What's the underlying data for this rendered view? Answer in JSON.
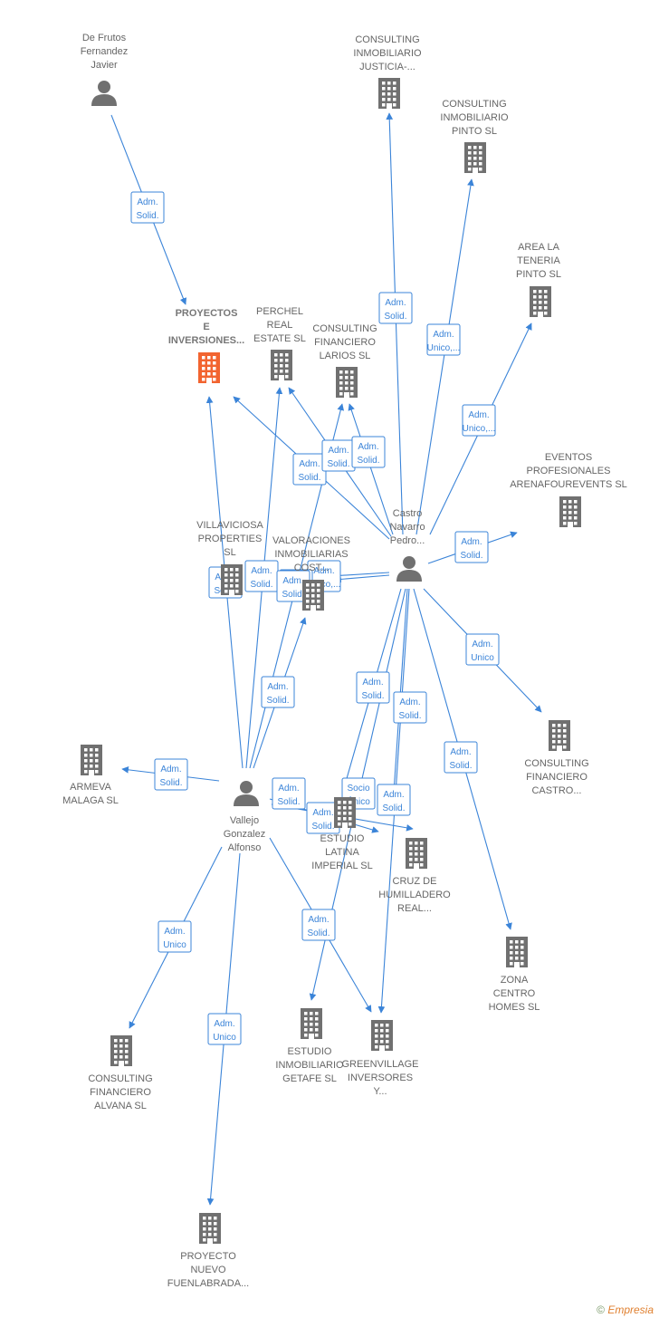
{
  "colors": {
    "edge": "#3b84d8",
    "node": "#707070",
    "focus": "#f26430",
    "text": "#666666"
  },
  "nodes": [
    {
      "id": "defrutos",
      "type": "person",
      "lines": [
        "De Frutos",
        "Fernandez",
        "Javier"
      ]
    },
    {
      "id": "cij",
      "type": "company",
      "lines": [
        "CONSULTING",
        "INMOBILIARIO",
        "JUSTICIA-..."
      ]
    },
    {
      "id": "cip",
      "type": "company",
      "lines": [
        "CONSULTING",
        "INMOBILIARIO",
        "PINTO  SL"
      ]
    },
    {
      "id": "alt",
      "type": "company",
      "lines": [
        "AREA LA",
        "TENERIA",
        "PINTO  SL"
      ]
    },
    {
      "id": "proyectos",
      "type": "company",
      "focus": true,
      "lines": [
        "PROYECTOS",
        "E",
        "INVERSIONES..."
      ]
    },
    {
      "id": "perchel",
      "type": "company",
      "lines": [
        "PERCHEL",
        "REAL",
        "ESTATE  SL"
      ]
    },
    {
      "id": "cfl",
      "type": "company",
      "lines": [
        "CONSULTING",
        "FINANCIERO",
        "LARIOS  SL"
      ]
    },
    {
      "id": "eventos",
      "type": "company",
      "lines": [
        "EVENTOS",
        "PROFESIONALES",
        "ARENAFOUREVENTS SL"
      ]
    },
    {
      "id": "castro",
      "type": "person",
      "lines": [
        "Castro",
        "Navarro",
        "Pedro..."
      ]
    },
    {
      "id": "villaviciosa",
      "type": "company",
      "lines": [
        "VILLAVICIOSA",
        "PROPERTIES",
        "SL"
      ]
    },
    {
      "id": "valoraciones",
      "type": "company",
      "lines": [
        "VALORACIONES",
        "INMOBILIARIAS",
        "COST..."
      ]
    },
    {
      "id": "cfc",
      "type": "company",
      "lines": [
        "CONSULTING",
        "FINANCIERO",
        "CASTRO..."
      ]
    },
    {
      "id": "armeva",
      "type": "company",
      "lines": [
        "ARMEVA",
        "MALAGA  SL"
      ]
    },
    {
      "id": "vallejo",
      "type": "person",
      "lines": [
        "Vallejo",
        "Gonzalez",
        "Alfonso"
      ]
    },
    {
      "id": "latina",
      "type": "company",
      "lines": [
        "ESTUDIO",
        "LATINA",
        "IMPERIAL  SL"
      ]
    },
    {
      "id": "cruz",
      "type": "company",
      "lines": [
        "CRUZ DE",
        "HUMILLADERO",
        "REAL..."
      ]
    },
    {
      "id": "zona",
      "type": "company",
      "lines": [
        "ZONA",
        "CENTRO",
        "HOMES  SL"
      ]
    },
    {
      "id": "cfa",
      "type": "company",
      "lines": [
        "CONSULTING",
        "FINANCIERO",
        "ALVANA SL"
      ]
    },
    {
      "id": "eig",
      "type": "company",
      "lines": [
        "ESTUDIO",
        "INMOBILIARIO",
        "GETAFE SL"
      ]
    },
    {
      "id": "greenvillage",
      "type": "company",
      "lines": [
        "GREENVILLAGE",
        "INVERSORES",
        "Y..."
      ]
    },
    {
      "id": "nuevo",
      "type": "company",
      "lines": [
        "PROYECTO",
        "NUEVO",
        "FUENLABRADA..."
      ]
    }
  ],
  "edges": [
    {
      "from": "defrutos",
      "to": "proyectos",
      "label": [
        "Adm.",
        "Solid."
      ]
    },
    {
      "from": "castro",
      "to": "cij",
      "label": [
        "Adm.",
        "Solid."
      ]
    },
    {
      "from": "castro",
      "to": "cip",
      "label": [
        "Adm.",
        "Unico,..."
      ]
    },
    {
      "from": "castro",
      "to": "alt",
      "label": [
        "Adm.",
        "Unico,..."
      ]
    },
    {
      "from": "castro",
      "to": "proyectos",
      "label": [
        "Adm.",
        "Solid."
      ]
    },
    {
      "from": "castro",
      "to": "perchel",
      "label": [
        "Adm.",
        "Solid."
      ]
    },
    {
      "from": "castro",
      "to": "cfl",
      "label": [
        "Adm.",
        "Solid."
      ]
    },
    {
      "from": "castro",
      "to": "eventos",
      "label": [
        "Adm.",
        "Solid."
      ]
    },
    {
      "from": "castro",
      "to": "villaviciosa",
      "label": [
        "Adm.",
        "Solid."
      ]
    },
    {
      "from": "castro",
      "to": "valoraciones",
      "label": [
        "Adm.",
        "Unico,..."
      ]
    },
    {
      "from": "castro",
      "to": "cfc",
      "label": [
        "Adm.",
        "Unico"
      ]
    },
    {
      "from": "castro",
      "to": "latina",
      "label": [
        "Adm.",
        "Solid."
      ]
    },
    {
      "from": "castro",
      "to": "cruz",
      "label": [
        "Adm.",
        "Solid."
      ]
    },
    {
      "from": "castro",
      "to": "zona",
      "label": [
        "Adm.",
        "Solid."
      ]
    },
    {
      "from": "castro",
      "to": "eig",
      "label": [
        "Adm.",
        "Solid."
      ]
    },
    {
      "from": "castro",
      "to": "greenvillage",
      "label": [
        "Adm.",
        "Solid."
      ]
    },
    {
      "from": "vallejo",
      "to": "proyectos",
      "label": [
        "Adm.",
        "Solid."
      ]
    },
    {
      "from": "vallejo",
      "to": "perchel",
      "label": [
        "Adm.",
        "Solid."
      ]
    },
    {
      "from": "vallejo",
      "to": "cfl",
      "label": [
        "Adm.",
        "Solid."
      ]
    },
    {
      "from": "vallejo",
      "to": "valoraciones",
      "label": [
        "Adm.",
        "Solid."
      ]
    },
    {
      "from": "vallejo",
      "to": "armeva",
      "label": [
        "Adm.",
        "Solid."
      ]
    },
    {
      "from": "vallejo",
      "to": "latina",
      "label": [
        "Adm.",
        "Solid."
      ]
    },
    {
      "from": "vallejo",
      "to": "greenvillage",
      "label": [
        "Adm.",
        "Solid."
      ]
    },
    {
      "from": "vallejo",
      "to": "cfa",
      "label": [
        "Adm.",
        "Unico"
      ]
    },
    {
      "from": "vallejo",
      "to": "nuevo",
      "label": [
        "Adm.",
        "Unico"
      ]
    },
    {
      "from": "vallejo",
      "to": "cruz",
      "label": [
        "Socio",
        "Único"
      ]
    }
  ],
  "footer": {
    "copyright": "©",
    "brand": "Empresia"
  }
}
